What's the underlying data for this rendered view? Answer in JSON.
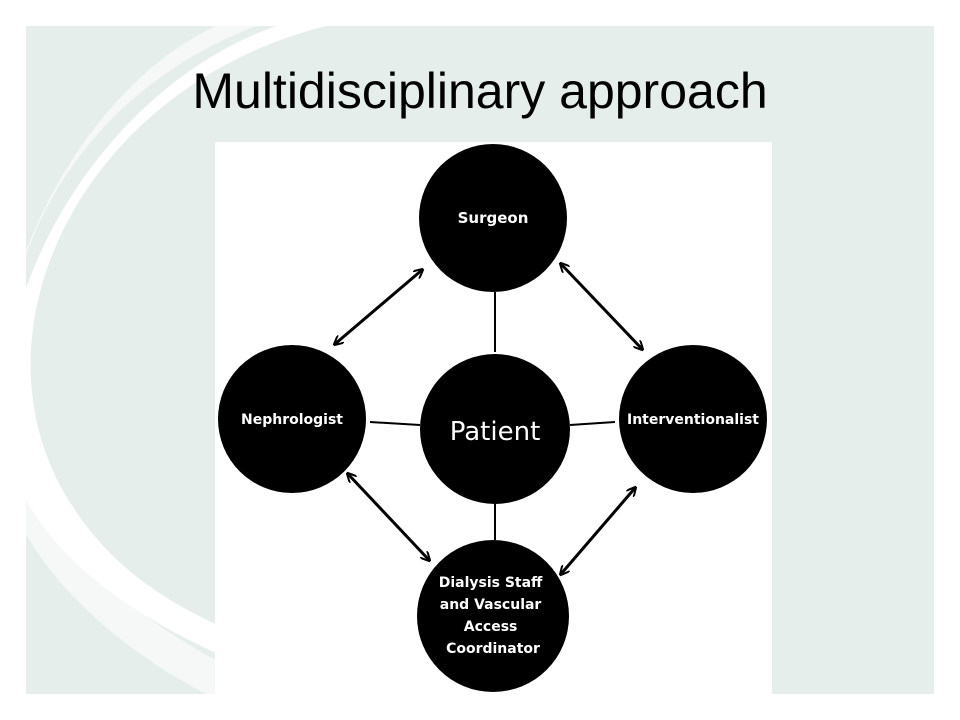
{
  "slide": {
    "title": "Multidisciplinary approach"
  },
  "diagram": {
    "nodes": {
      "patient": {
        "label": "Patient"
      },
      "surgeon": {
        "label": "Surgeon"
      },
      "nephrologist": {
        "label": "Nephrologist"
      },
      "interventionalist": {
        "label": "Interventionalist"
      },
      "dialysis": {
        "lines": [
          "Dialysis Staff",
          "and Vascular",
          "Access",
          "Coordinator"
        ]
      }
    }
  },
  "colors": {
    "background_panel": "#e6eeeb",
    "swoosh": "#ffffff",
    "node_fill": "#000000",
    "node_text": "#ffffff",
    "title_text": "#000000"
  }
}
